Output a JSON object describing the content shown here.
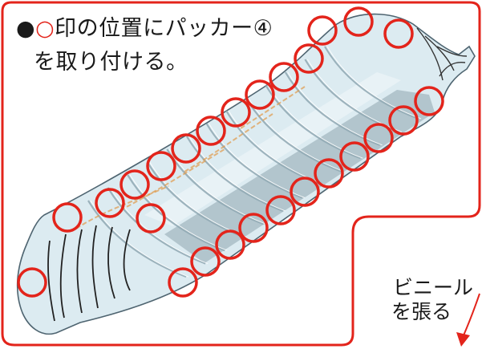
{
  "instruction": {
    "bullet": "●",
    "marker": "○",
    "line1": "印の位置にパッカー④",
    "line2": "を取り付ける。"
  },
  "side_note": {
    "line1": "ビニール",
    "line2": "を張る"
  },
  "colors": {
    "accent_red": "#e3241b",
    "text": "#1a1a1a",
    "plastic": "#d6e8ef",
    "board": "#7f96a2"
  },
  "icons": {
    "marker": "red-circle-marker",
    "arrow": "red-curved-arrow"
  }
}
